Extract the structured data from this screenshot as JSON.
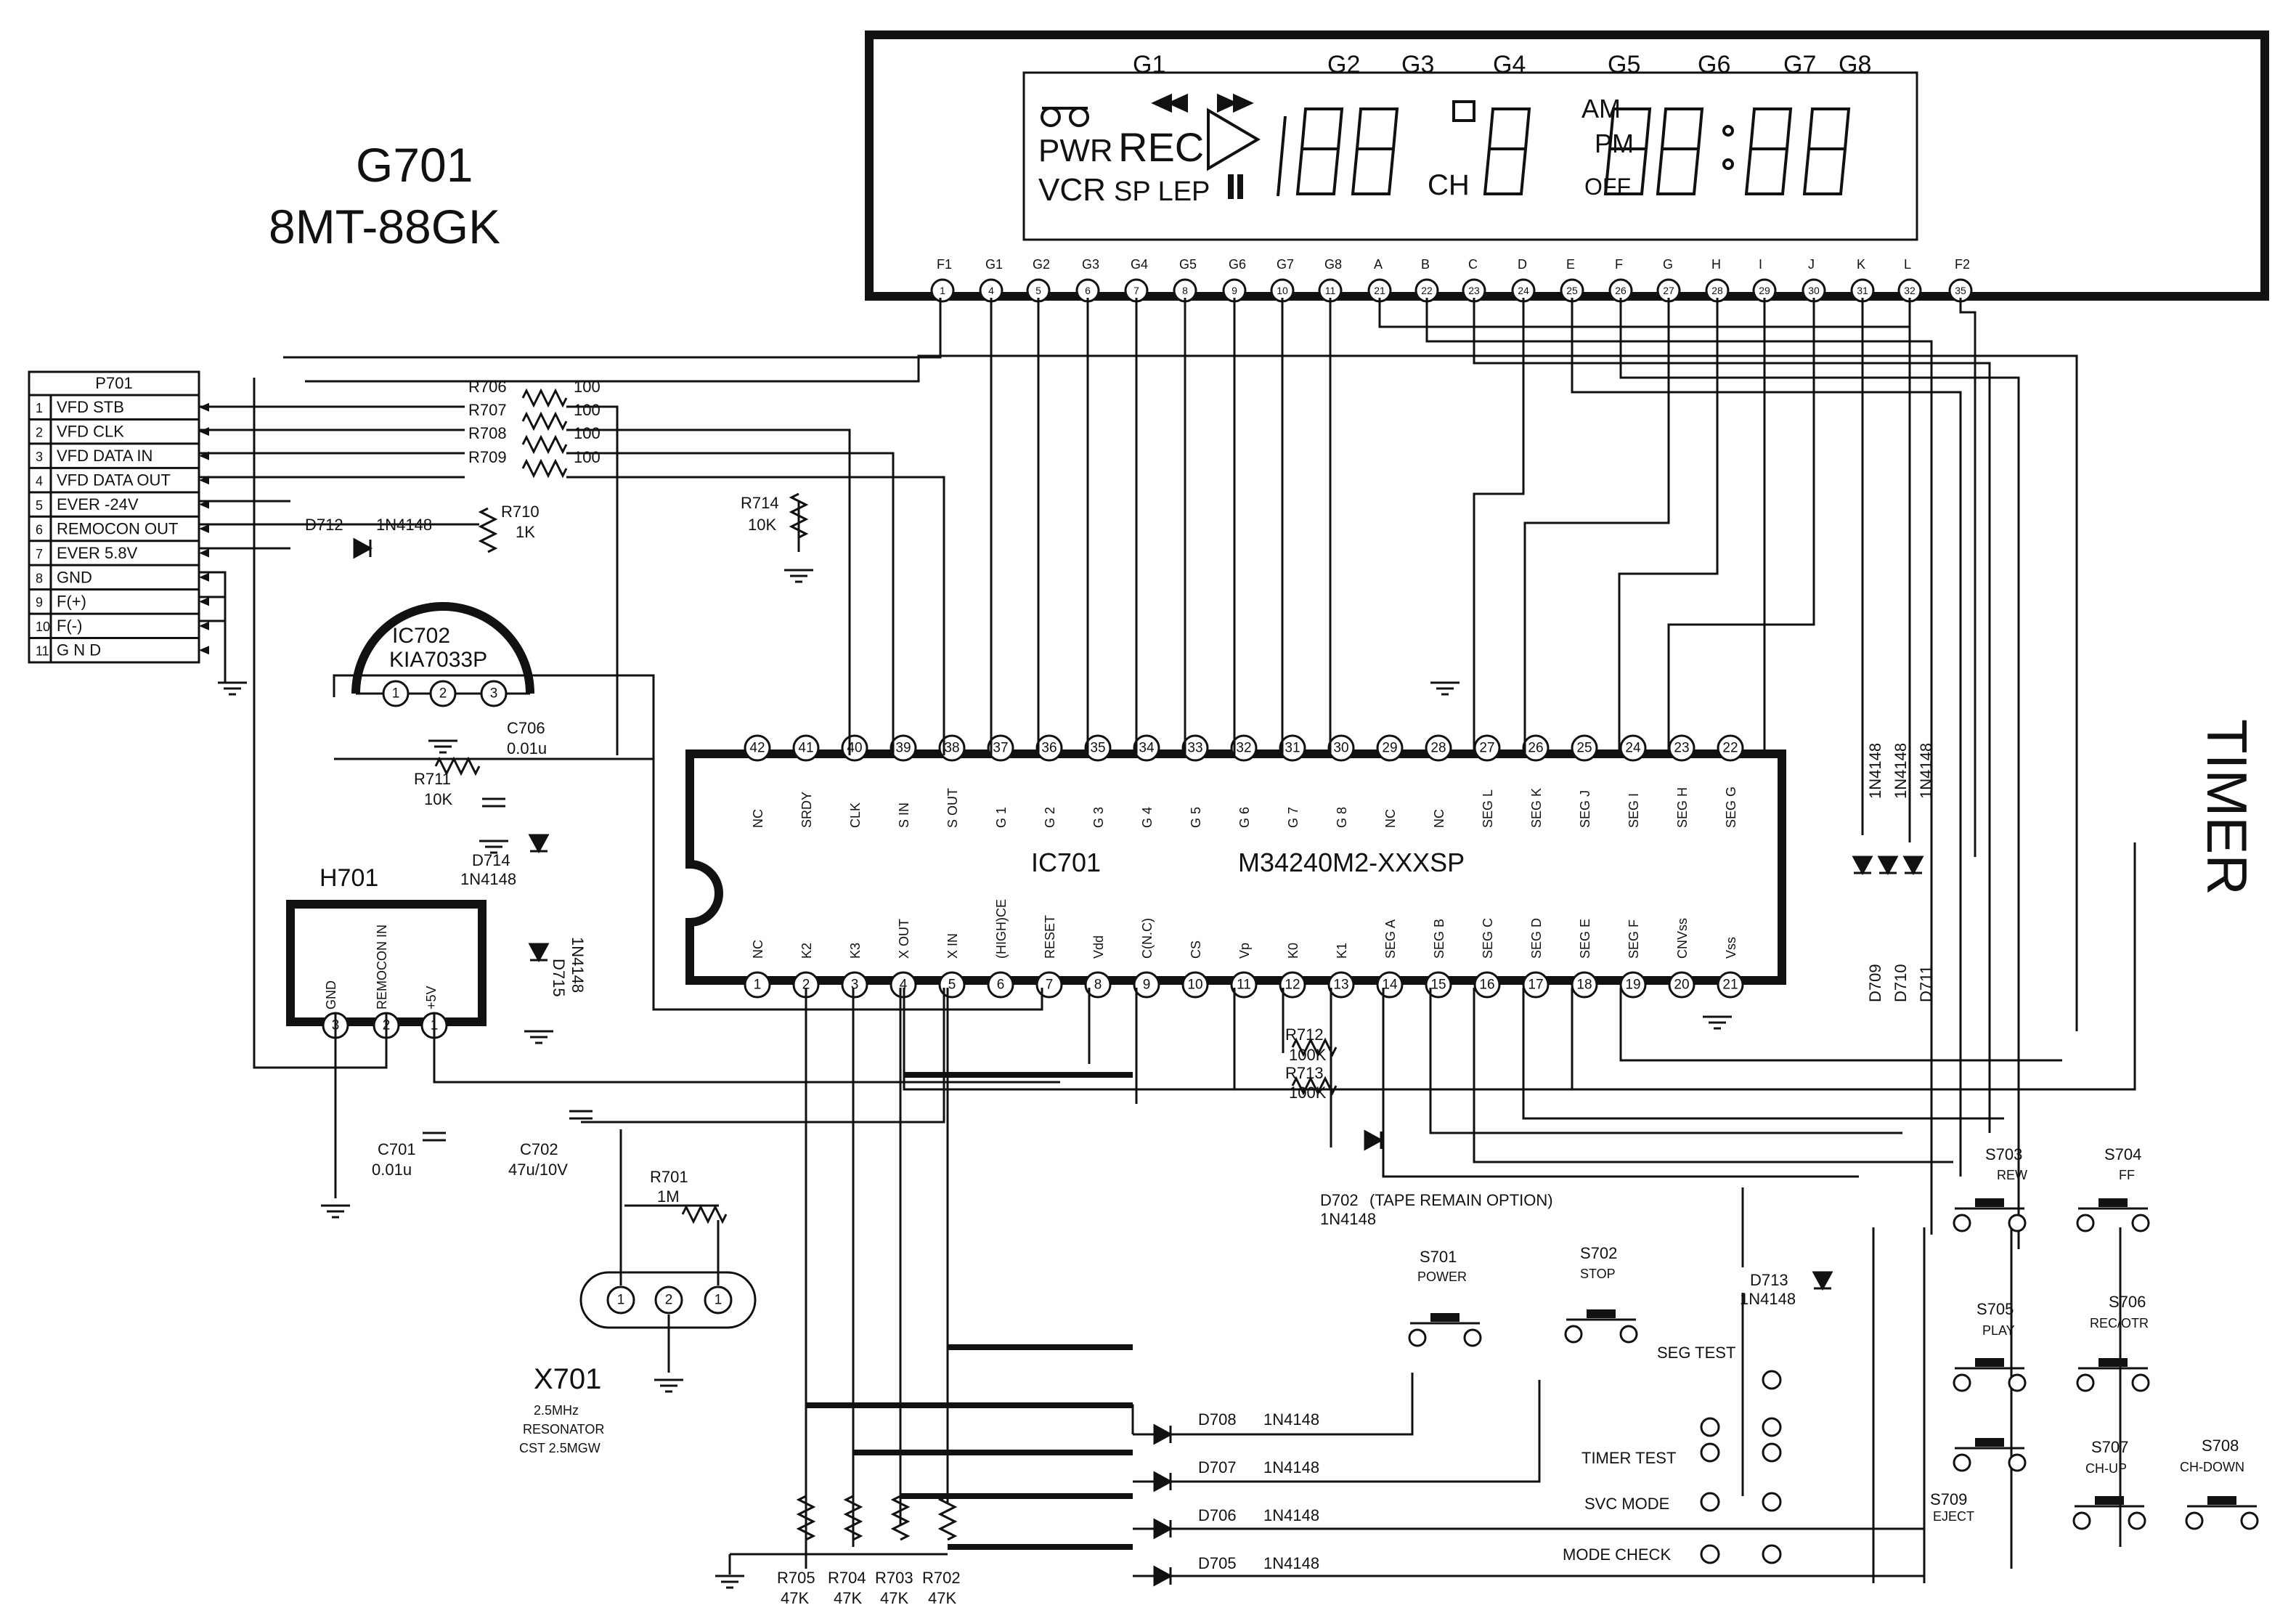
{
  "display": {
    "ref": "G701",
    "part": "8MT-88GK",
    "grids": [
      "G1",
      "G2",
      "G3",
      "G4",
      "G5",
      "G6",
      "G7",
      "G8"
    ],
    "seg_labels": {
      "pwr": "PWR",
      "rec": "REC",
      "vcr": "VCR",
      "splep": "SP LEP",
      "ch": "CH",
      "am": "AM",
      "pm": "PM",
      "off": "OFF"
    },
    "pin_labels": [
      "F1",
      "G1",
      "G2",
      "G3",
      "G4",
      "G5",
      "G6",
      "G7",
      "G8",
      "A",
      "B",
      "C",
      "D",
      "E",
      "F",
      "G",
      "H",
      "I",
      "J",
      "K",
      "L",
      "F2"
    ],
    "pin_numbers": [
      "1",
      "4",
      "5",
      "6",
      "7",
      "8",
      "9",
      "10",
      "11",
      "21",
      "22",
      "23",
      "24",
      "25",
      "26",
      "27",
      "28",
      "29",
      "30",
      "31",
      "32",
      "35"
    ]
  },
  "connector": {
    "ref": "P701",
    "pins": [
      {
        "n": "1",
        "name": "VFD STB"
      },
      {
        "n": "2",
        "name": "VFD CLK"
      },
      {
        "n": "3",
        "name": "VFD DATA IN"
      },
      {
        "n": "4",
        "name": "VFD DATA OUT"
      },
      {
        "n": "5",
        "name": "EVER -24V"
      },
      {
        "n": "6",
        "name": "REMOCON OUT"
      },
      {
        "n": "7",
        "name": "EVER 5.8V"
      },
      {
        "n": "8",
        "name": "GND"
      },
      {
        "n": "9",
        "name": "F(+)"
      },
      {
        "n": "10",
        "name": "F(-)"
      },
      {
        "n": "11",
        "name": "G N D"
      }
    ]
  },
  "resistors": [
    {
      "ref": "R706",
      "value": "100"
    },
    {
      "ref": "R707",
      "value": "100"
    },
    {
      "ref": "R708",
      "value": "100"
    },
    {
      "ref": "R709",
      "value": "100"
    },
    {
      "ref": "R710",
      "value": "1K"
    },
    {
      "ref": "R714",
      "value": "10K"
    },
    {
      "ref": "R711",
      "value": "10K"
    },
    {
      "ref": "R712",
      "value": "100K"
    },
    {
      "ref": "R713",
      "value": "100K"
    },
    {
      "ref": "R701",
      "value": "1M"
    },
    {
      "ref": "R705",
      "value": "47K"
    },
    {
      "ref": "R704",
      "value": "47K"
    },
    {
      "ref": "R703",
      "value": "47K"
    },
    {
      "ref": "R702",
      "value": "47K"
    }
  ],
  "diodes": [
    {
      "ref": "D712",
      "part": "1N4148"
    },
    {
      "ref": "D714",
      "part": "1N4148"
    },
    {
      "ref": "D715",
      "part": "1N4148"
    },
    {
      "ref": "D702",
      "part": "1N4148",
      "note": "(TAPE REMAIN OPTION)"
    },
    {
      "ref": "D713",
      "part": "1N4148"
    },
    {
      "ref": "D708",
      "part": "1N4148"
    },
    {
      "ref": "D707",
      "part": "1N4148"
    },
    {
      "ref": "D706",
      "part": "1N4148"
    },
    {
      "ref": "D705",
      "part": "1N4148"
    },
    {
      "ref": "D709",
      "part": "1N4148"
    },
    {
      "ref": "D710",
      "part": "1N4148"
    },
    {
      "ref": "D711",
      "part": "1N4148"
    }
  ],
  "capacitors": [
    {
      "ref": "C706",
      "value": "0.01u"
    },
    {
      "ref": "C701",
      "value": "0.01u"
    },
    {
      "ref": "C702",
      "value": "47u/10V"
    }
  ],
  "regulator": {
    "ref": "IC702",
    "part": "KIA7033P",
    "pins": [
      "1",
      "2",
      "3"
    ]
  },
  "remote": {
    "ref": "H701",
    "pins": [
      {
        "n": "3",
        "name": "GND"
      },
      {
        "n": "2",
        "name": "REMOCON IN"
      },
      {
        "n": "1",
        "name": "+5V"
      }
    ]
  },
  "mcu": {
    "ref": "IC701",
    "part": "M34240M2-XXXSP",
    "top": [
      {
        "n": "42",
        "name": "NC"
      },
      {
        "n": "41",
        "name": "SRDY"
      },
      {
        "n": "40",
        "name": "CLK"
      },
      {
        "n": "39",
        "name": "S IN"
      },
      {
        "n": "38",
        "name": "S OUT"
      },
      {
        "n": "37",
        "name": "G 1"
      },
      {
        "n": "36",
        "name": "G 2"
      },
      {
        "n": "35",
        "name": "G 3"
      },
      {
        "n": "34",
        "name": "G 4"
      },
      {
        "n": "33",
        "name": "G 5"
      },
      {
        "n": "32",
        "name": "G 6"
      },
      {
        "n": "31",
        "name": "G 7"
      },
      {
        "n": "30",
        "name": "G 8"
      },
      {
        "n": "29",
        "name": "NC"
      },
      {
        "n": "28",
        "name": "NC"
      },
      {
        "n": "27",
        "name": "SEG L"
      },
      {
        "n": "26",
        "name": "SEG K"
      },
      {
        "n": "25",
        "name": "SEG J"
      },
      {
        "n": "24",
        "name": "SEG I"
      },
      {
        "n": "23",
        "name": "SEG H"
      },
      {
        "n": "22",
        "name": "SEG G"
      }
    ],
    "bottom": [
      {
        "n": "1",
        "name": "NC"
      },
      {
        "n": "2",
        "name": "K2"
      },
      {
        "n": "3",
        "name": "K3"
      },
      {
        "n": "4",
        "name": "X OUT"
      },
      {
        "n": "5",
        "name": "X IN"
      },
      {
        "n": "6",
        "name": "(HIGH)CE"
      },
      {
        "n": "7",
        "name": "RESET"
      },
      {
        "n": "8",
        "name": "Vdd"
      },
      {
        "n": "9",
        "name": "C(N.C)"
      },
      {
        "n": "10",
        "name": "CS"
      },
      {
        "n": "11",
        "name": "Vp"
      },
      {
        "n": "12",
        "name": "K0"
      },
      {
        "n": "13",
        "name": "K1"
      },
      {
        "n": "14",
        "name": "SEG A"
      },
      {
        "n": "15",
        "name": "SEG B"
      },
      {
        "n": "16",
        "name": "SEG C"
      },
      {
        "n": "17",
        "name": "SEG D"
      },
      {
        "n": "18",
        "name": "SEG E"
      },
      {
        "n": "19",
        "name": "SEG F"
      },
      {
        "n": "20",
        "name": "CNVss"
      },
      {
        "n": "21",
        "name": "Vss"
      }
    ]
  },
  "resonator": {
    "ref": "X701",
    "freq": "2.5MHz",
    "type": "RESONATOR",
    "part": "CST 2.5MGW",
    "pins": [
      "1",
      "2",
      "1"
    ]
  },
  "switches": [
    {
      "ref": "S701",
      "name": "POWER"
    },
    {
      "ref": "S702",
      "name": "STOP"
    },
    {
      "ref": "S703",
      "name": "REW"
    },
    {
      "ref": "S704",
      "name": "FF"
    },
    {
      "ref": "S705",
      "name": "PLAY"
    },
    {
      "ref": "S706",
      "name": "REC/OTR"
    },
    {
      "ref": "S707",
      "name": "CH-UP"
    },
    {
      "ref": "S708",
      "name": "CH-DOWN"
    },
    {
      "ref": "S709",
      "name": "EJECT"
    }
  ],
  "test_points": [
    "SEG TEST",
    "TIMER TEST",
    "SVC MODE",
    "MODE CHECK"
  ],
  "side_title": "TIMER"
}
